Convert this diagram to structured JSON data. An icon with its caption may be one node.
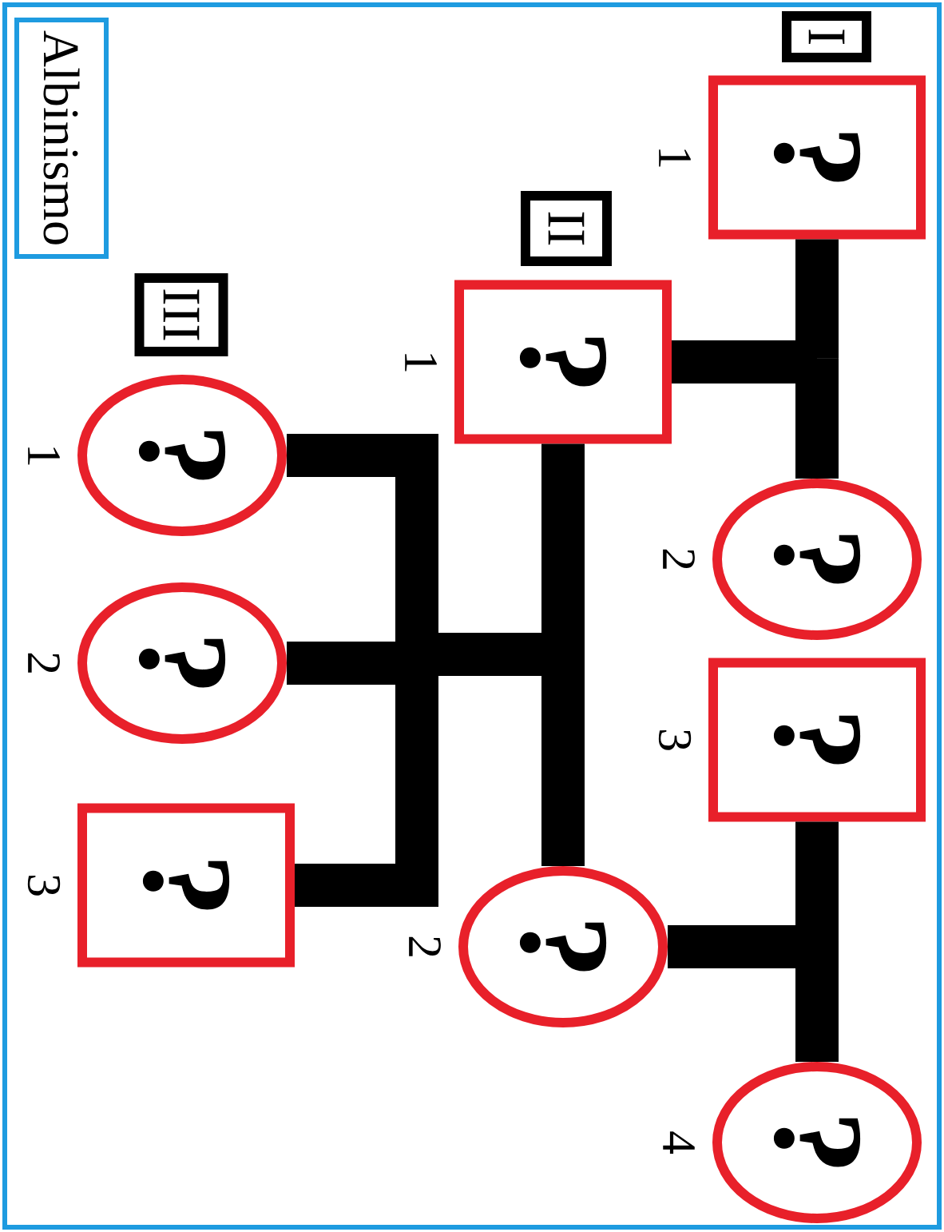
{
  "diagram": {
    "title": "Albinismo",
    "nodes": [
      {
        "text": [
          "I"
        ]
      },
      {
        "text": [
          "?"
        ],
        "beside": [
          "1"
        ]
      },
      {
        "text": [
          "?"
        ],
        "beside": [
          "2"
        ]
      },
      {
        "text": [
          "?"
        ],
        "beside": [
          "3"
        ]
      },
      {
        "text": [
          "?"
        ],
        "beside": [
          "4"
        ]
      },
      {
        "text": [
          "II"
        ]
      },
      {
        "text": [
          "?"
        ],
        "beside": [
          "1"
        ]
      },
      {
        "text": [
          "?"
        ],
        "beside": [
          "2"
        ]
      },
      {
        "text": [
          "III"
        ]
      },
      {
        "text": [
          "?"
        ],
        "beside": [
          "1"
        ]
      },
      {
        "text": [
          "?"
        ],
        "beside": [
          "2"
        ]
      },
      {
        "text": [
          "?"
        ],
        "beside": [
          "3"
        ]
      }
    ],
    "edges": [
      {
        "from": 1,
        "to": 2,
        "arrow": "none"
      },
      {
        "from": 1,
        "to": 6,
        "arrow": "none"
      },
      {
        "from": 2,
        "to": 6,
        "arrow": "none"
      },
      {
        "from": 3,
        "to": 4,
        "arrow": "none"
      },
      {
        "from": 3,
        "to": 7,
        "arrow": "none"
      },
      {
        "from": 4,
        "to": 7,
        "arrow": "none"
      },
      {
        "from": 6,
        "to": 7,
        "arrow": "none"
      },
      {
        "from": 6,
        "to": 9,
        "arrow": "none"
      },
      {
        "from": 6,
        "to": 10,
        "arrow": "none"
      },
      {
        "from": 6,
        "to": 11,
        "arrow": "none"
      },
      {
        "from": 7,
        "to": 9,
        "arrow": "none"
      },
      {
        "from": 7,
        "to": 10,
        "arrow": "none"
      },
      {
        "from": 7,
        "to": 11,
        "arrow": "none"
      }
    ]
  }
}
